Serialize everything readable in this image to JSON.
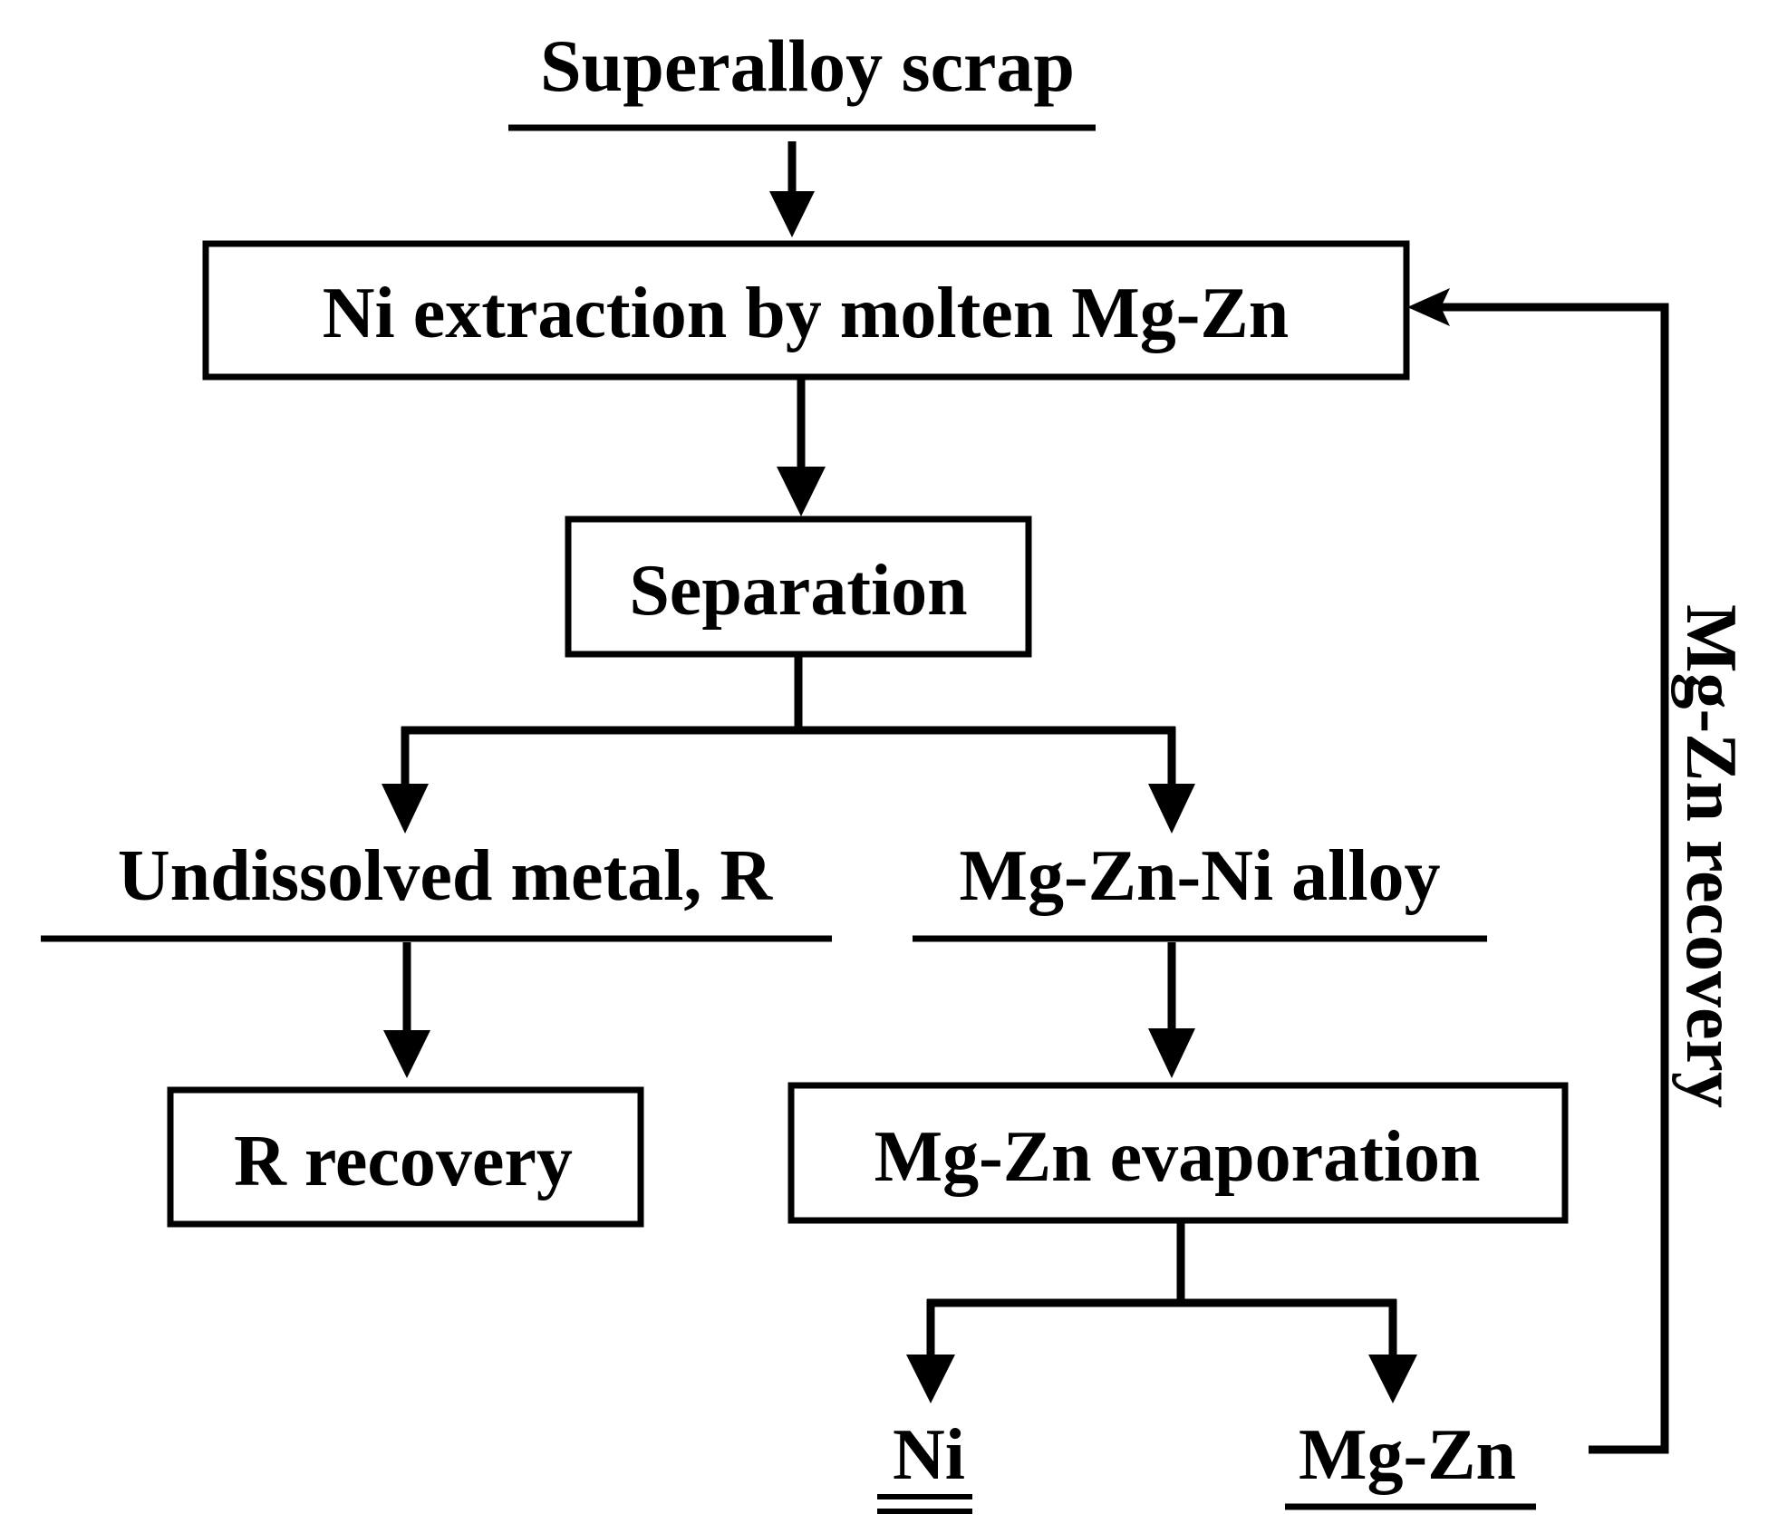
{
  "nodes": {
    "scrap": "Superalloy scrap",
    "extraction": "Ni extraction by molten Mg-Zn",
    "separation": "Separation",
    "undissolved": "Undissolved metal, R",
    "alloy": "Mg-Zn-Ni alloy",
    "r_recovery": "R recovery",
    "evaporation": "Mg-Zn evaporation",
    "ni": "Ni",
    "mgzn": "Mg-Zn"
  },
  "loop_label": "Mg-Zn recovery",
  "colors": {
    "ink": "#000000",
    "background": "#ffffff"
  }
}
